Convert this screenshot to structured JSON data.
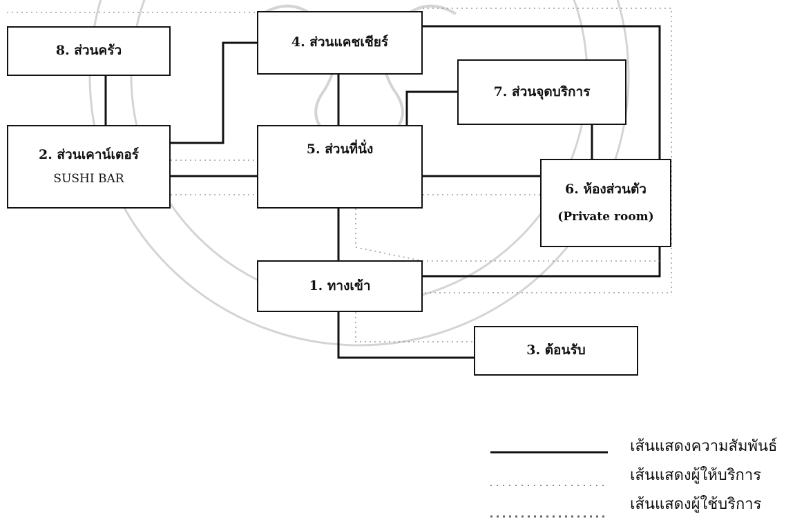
{
  "nodes": {
    "kitchen": {
      "title": "8. ส่วนครัว"
    },
    "cashier": {
      "title": "4. ส่วนแคชเชียร์"
    },
    "service_point": {
      "title": "7. ส่วนจุดบริการ"
    },
    "counter": {
      "title": "2. ส่วนเคาน์เตอร์",
      "subtitle": "SUSHI BAR"
    },
    "seating": {
      "title": "5. ส่วนที่นั่ง"
    },
    "private_room": {
      "title": "6. ห้องส่วนตัว",
      "subtitle": "(Private room)"
    },
    "entrance": {
      "title": "1. ทางเข้า"
    },
    "reception": {
      "title": "3. ต้อนรับ"
    }
  },
  "legend": {
    "relationship": "เส้นแสดงความสัมพันธ์",
    "service_provider": "เส้นแสดงผู้ให้บริการ",
    "service_user": "เส้นแสดงผู้ใช้บริการ"
  },
  "colors": {
    "line": "#111111",
    "dotted": "#888888",
    "watermark": "#d2d2d2"
  }
}
